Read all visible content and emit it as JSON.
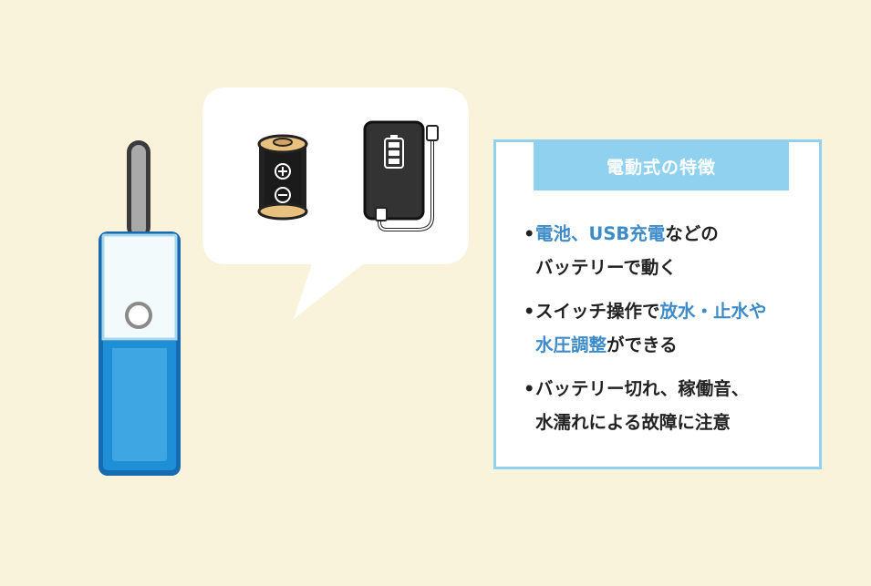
{
  "features": {
    "title": "電動式の特徴",
    "bullet": "•",
    "items": [
      {
        "line1": [
          {
            "text": "電池、USB充電",
            "highlight": true
          },
          {
            "text": "などの",
            "highlight": false
          }
        ],
        "line2": [
          {
            "text": "バッテリーで動く",
            "highlight": false
          }
        ]
      },
      {
        "line1": [
          {
            "text": "スイッチ操作で",
            "highlight": false
          },
          {
            "text": "放水・止水や",
            "highlight": true
          }
        ],
        "line2": [
          {
            "text": "水圧調整",
            "highlight": true
          },
          {
            "text": "ができる",
            "highlight": false
          }
        ]
      },
      {
        "line1": [
          {
            "text": "バッテリー切れ、稼働音、",
            "highlight": false
          }
        ],
        "line2": [
          {
            "text": "水濡れによる故障に注意",
            "highlight": false
          }
        ]
      }
    ]
  },
  "colors": {
    "background": "#f9f3dc",
    "panel_border": "#8fd1ee",
    "title_bg": "#8fd1ee",
    "highlight_text": "#3d8bc8",
    "device_water": "#1e8fd6",
    "battery_gold": "#e9c17e"
  },
  "icons": [
    "battery-icon",
    "power-bank-icon",
    "oral-irrigator-device-icon",
    "speech-bubble"
  ]
}
